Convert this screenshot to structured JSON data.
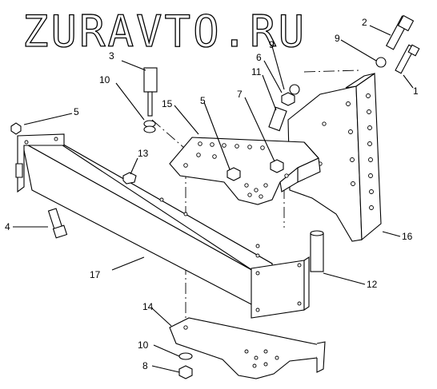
{
  "watermark": "ZURAVTO.RU",
  "callouts": [
    {
      "id": "c1",
      "text": "1"
    },
    {
      "id": "c2",
      "text": "2"
    },
    {
      "id": "c3",
      "text": "3"
    },
    {
      "id": "c4",
      "text": "4"
    },
    {
      "id": "c5a",
      "text": "5"
    },
    {
      "id": "c5b",
      "text": "5"
    },
    {
      "id": "c6",
      "text": "6"
    },
    {
      "id": "c7",
      "text": "7"
    },
    {
      "id": "c8",
      "text": "8"
    },
    {
      "id": "c9a",
      "text": "9"
    },
    {
      "id": "c9b",
      "text": "9"
    },
    {
      "id": "c10a",
      "text": "10"
    },
    {
      "id": "c10b",
      "text": "10"
    },
    {
      "id": "c11",
      "text": "11"
    },
    {
      "id": "c12",
      "text": "12"
    },
    {
      "id": "c13",
      "text": "13"
    },
    {
      "id": "c14",
      "text": "14"
    },
    {
      "id": "c15",
      "text": "15"
    },
    {
      "id": "c16",
      "text": "16"
    },
    {
      "id": "c17",
      "text": "17"
    }
  ]
}
